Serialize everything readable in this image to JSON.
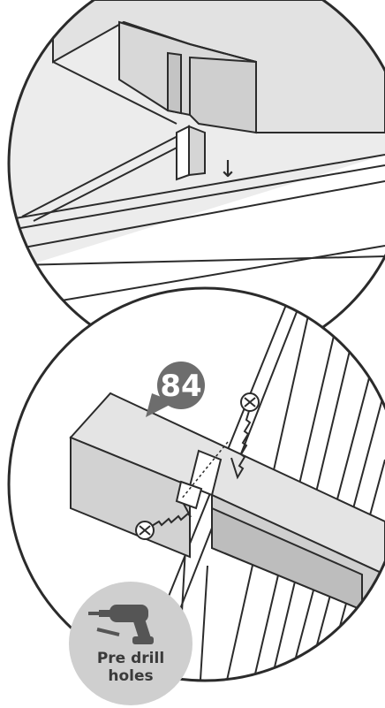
{
  "callout": {
    "part_number": "84"
  },
  "tool_note": {
    "icon": "drill-icon",
    "line1": "Pre drill",
    "line2": "holes"
  },
  "arrow": {
    "icon": "arrow-down-icon",
    "glyph": "↓"
  },
  "colors": {
    "outline": "#2b2b2b",
    "panel_fill": "#e6e6e6",
    "board_fill": "#d9d9d9",
    "board_shade": "#bdbdbd",
    "callout_fill": "#6d6d6d",
    "badge_fill": "#cfcfcf",
    "drill_fill": "#555555"
  }
}
